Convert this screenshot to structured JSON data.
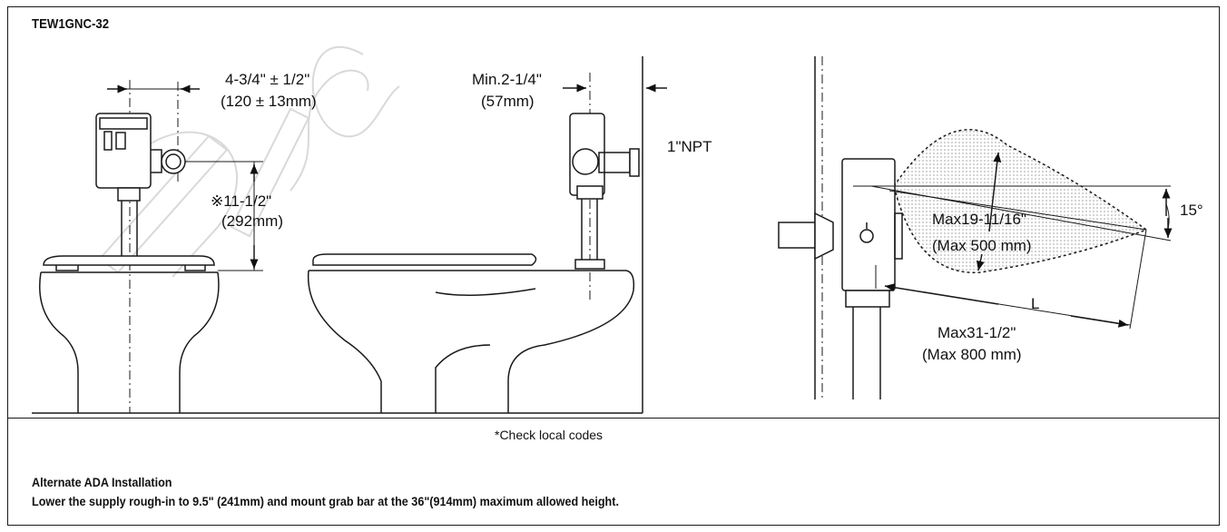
{
  "model": "TEW1GNC-32",
  "left_view": {
    "offset_dim": "4-3/4\" ± 1/2\"",
    "offset_dim_mm": "(120 ± 13mm)",
    "height_dim": "※11-1/2\"",
    "height_dim_mm": "(292mm)"
  },
  "side_view": {
    "min_dim": "Min.2-1/4\"",
    "min_dim_mm": "(57mm)",
    "thread_label": "1\"NPT"
  },
  "sensor_view": {
    "range_dim": "Max19-11/16\"",
    "range_dim_mm": "(Max 500 mm)",
    "angle_label": "15°",
    "length_label": "L",
    "max_length": "Max31-1/2\"",
    "max_length_mm": "(Max 800 mm)"
  },
  "note": "*Check local codes",
  "ada": {
    "title": "Alternate ADA Installation",
    "text": "Lower the supply rough-in to 9.5\" (241mm) and mount grab bar at the 36\"(914mm) maximum allowed height."
  },
  "colors": {
    "line": "#1a1a1a",
    "watermark": "#d9d9d9"
  }
}
